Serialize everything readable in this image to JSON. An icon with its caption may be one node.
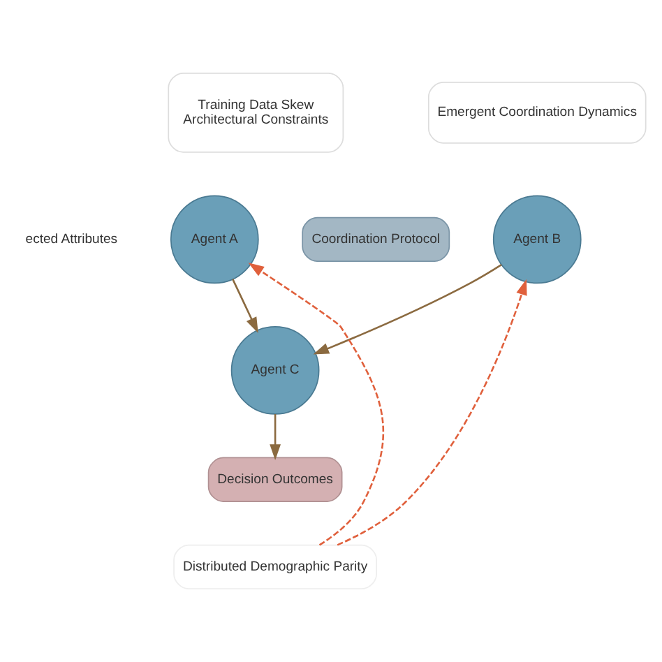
{
  "diagram": {
    "nodes": [
      {
        "text": [
          "Training Data Skew",
          "Architectural Constraints"
        ]
      },
      {
        "text": [
          "Emergent Coordination Dynamics"
        ]
      },
      {
        "text": [
          "Coordination Protocol"
        ]
      },
      {
        "text": [
          "Agent A"
        ]
      },
      {
        "text": [
          "Agent B"
        ]
      },
      {
        "text": [
          "Agent C"
        ]
      },
      {
        "text": [
          "Decision Outcomes"
        ]
      },
      {
        "text": [
          "Distributed Demographic Parity"
        ]
      }
    ],
    "edges": [
      {
        "from": 3,
        "to": 5,
        "arrow": "to"
      },
      {
        "from": 4,
        "to": 5,
        "arrow": "to"
      },
      {
        "from": 5,
        "to": 6,
        "arrow": "to"
      },
      {
        "from": 7,
        "to": 3,
        "arrow": "to",
        "style": "dashed",
        "color": "#e0603c"
      },
      {
        "from": 7,
        "to": 4,
        "arrow": "to",
        "style": "dashed",
        "color": "#e0603c"
      }
    ],
    "labels": [
      "ected Attributes"
    ]
  }
}
